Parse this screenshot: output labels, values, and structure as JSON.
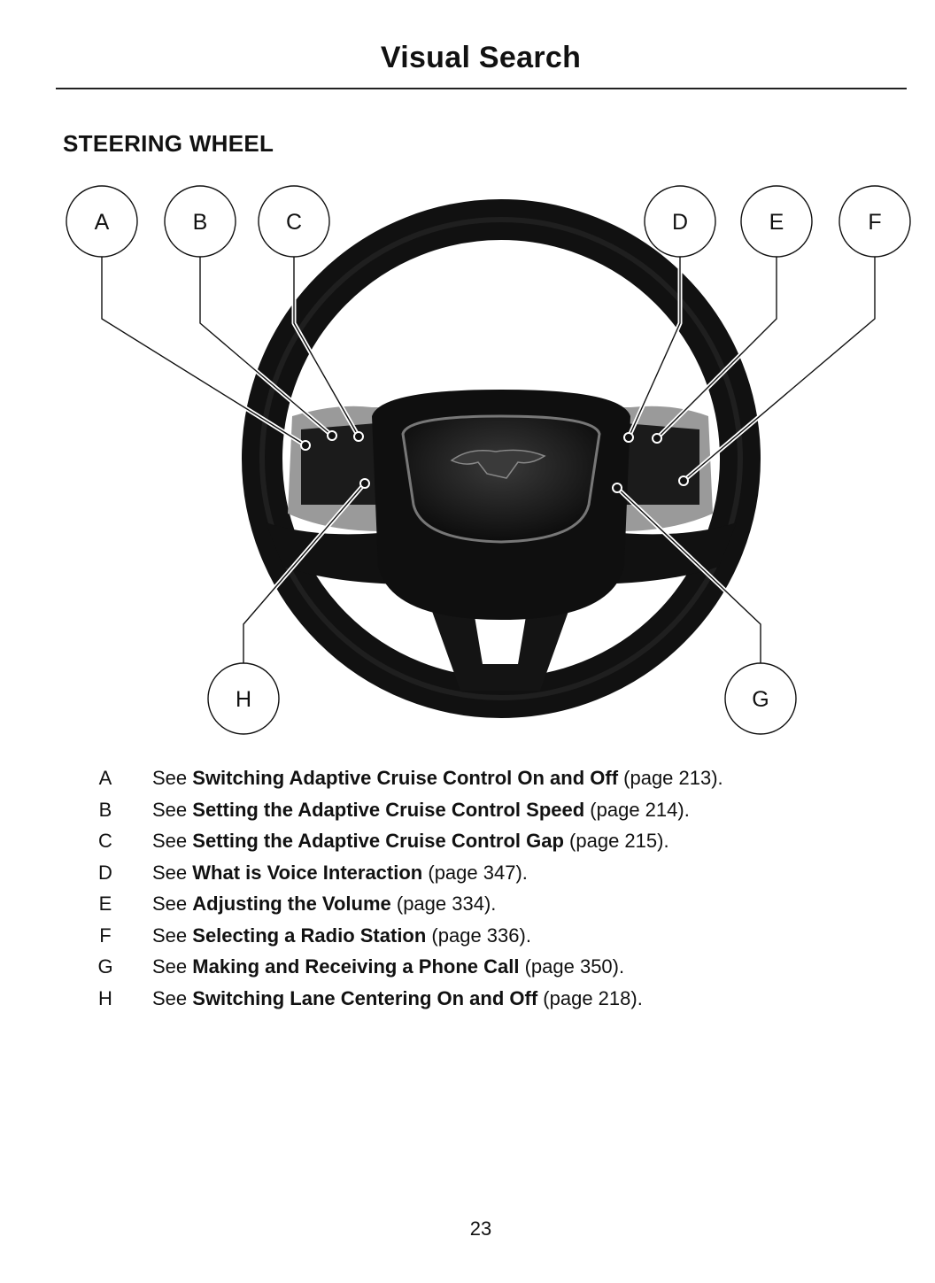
{
  "header": {
    "title": "Visual Search"
  },
  "section": {
    "heading": "STEERING WHEEL"
  },
  "callouts": [
    "A",
    "B",
    "C",
    "D",
    "E",
    "F",
    "G",
    "H"
  ],
  "items": [
    {
      "key": "A",
      "prefix": "See ",
      "link": "Switching Adaptive Cruise Control On and Off",
      "suffix": " (page 213)."
    },
    {
      "key": "B",
      "prefix": "See ",
      "link": "Setting the Adaptive Cruise Control Speed",
      "suffix": " (page 214)."
    },
    {
      "key": "C",
      "prefix": "See ",
      "link": "Setting the Adaptive Cruise Control Gap",
      "suffix": " (page 215)."
    },
    {
      "key": "D",
      "prefix": "See ",
      "link": "What is Voice Interaction",
      "suffix": " (page 347)."
    },
    {
      "key": "E",
      "prefix": "See ",
      "link": "Adjusting the Volume",
      "suffix": " (page 334)."
    },
    {
      "key": "F",
      "prefix": "See ",
      "link": "Selecting a Radio Station",
      "suffix": " (page 336)."
    },
    {
      "key": "G",
      "prefix": "See ",
      "link": "Making and Receiving a Phone Call",
      "suffix": " (page 350)."
    },
    {
      "key": "H",
      "prefix": "See ",
      "link": "Switching Lane Centering On and Off",
      "suffix": " (page 218)."
    }
  ],
  "footer": {
    "page_number": "23"
  }
}
